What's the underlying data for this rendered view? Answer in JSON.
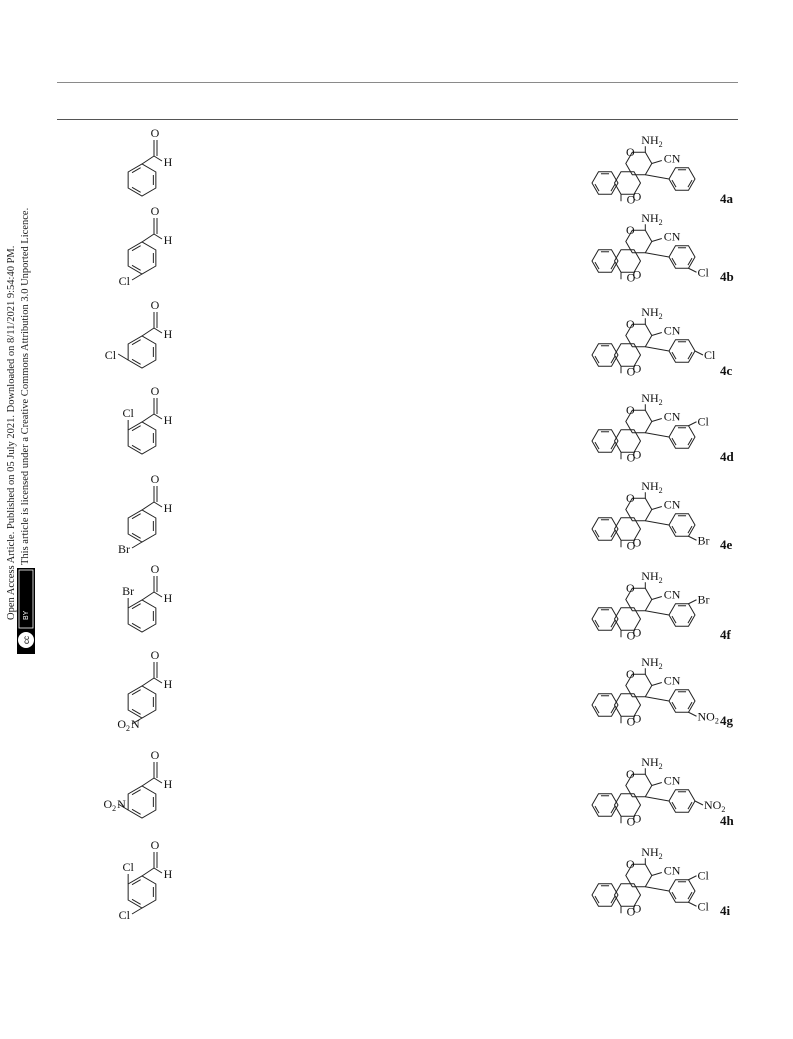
{
  "sidebar": {
    "line1": "Open Access Article. Published on 05 July 2021. Downloaded on 8/11/2021 9:54:40 PM.",
    "line2": "This article is licensed under a Creative Commons Attribution 3.0 Unported Licence.",
    "badge_cc": "cc",
    "badge_by": "BY"
  },
  "rows": [
    {
      "aldehyde": {
        "subs": [],
        "cho_label": "H",
        "sub_labels": []
      },
      "product": {
        "amine": "NH",
        "amine_sub": "2",
        "nitrile": "CN",
        "subs": [],
        "id": "4a"
      }
    },
    {
      "aldehyde": {
        "subs": [
          "Cl"
        ],
        "cho_label": "H"
      },
      "product": {
        "amine": "NH",
        "amine_sub": "2",
        "nitrile": "CN",
        "subs": [
          "Cl"
        ],
        "id": "4b"
      }
    },
    {
      "aldehyde": {
        "subs": [
          "Cl"
        ],
        "cho_label": "H"
      },
      "product": {
        "amine": "NH",
        "amine_sub": "2",
        "nitrile": "CN",
        "subs": [
          "Cl"
        ],
        "id": "4c"
      }
    },
    {
      "aldehyde": {
        "subs": [
          "Cl"
        ],
        "cho_label": "H"
      },
      "product": {
        "amine": "NH",
        "amine_sub": "2",
        "nitrile": "CN",
        "subs": [
          "Cl"
        ],
        "id": "4d"
      }
    },
    {
      "aldehyde": {
        "subs": [
          "Br"
        ],
        "cho_label": "H"
      },
      "product": {
        "amine": "NH",
        "amine_sub": "2",
        "nitrile": "CN",
        "subs": [
          "Br"
        ],
        "id": "4e"
      }
    },
    {
      "aldehyde": {
        "subs": [
          "Br"
        ],
        "cho_label": "H"
      },
      "product": {
        "amine": "NH",
        "amine_sub": "2",
        "nitrile": "CN",
        "subs": [
          "Br"
        ],
        "id": "4f"
      }
    },
    {
      "aldehyde": {
        "subs": [
          "O2N"
        ],
        "cho_label": "H"
      },
      "product": {
        "amine": "NH",
        "amine_sub": "2",
        "nitrile": "CN",
        "subs": [
          "NO2"
        ],
        "id": "4g"
      }
    },
    {
      "aldehyde": {
        "subs": [
          "O2N"
        ],
        "cho_label": "H"
      },
      "product": {
        "amine": "NH",
        "amine_sub": "2",
        "nitrile": "CN",
        "subs": [
          "NO2"
        ],
        "id": "4h"
      }
    },
    {
      "aldehyde": {
        "subs": [
          "Cl",
          "Cl"
        ],
        "cho_label": "H"
      },
      "product": {
        "amine": "NH",
        "amine_sub": "2",
        "nitrile": "CN",
        "subs": [
          "Cl",
          "Cl"
        ],
        "id": "4i"
      }
    }
  ],
  "atoms": {
    "O": "O",
    "H": "H",
    "Cl": "Cl",
    "Br": "Br",
    "N": "N",
    "O2": "O",
    "two": "2"
  }
}
